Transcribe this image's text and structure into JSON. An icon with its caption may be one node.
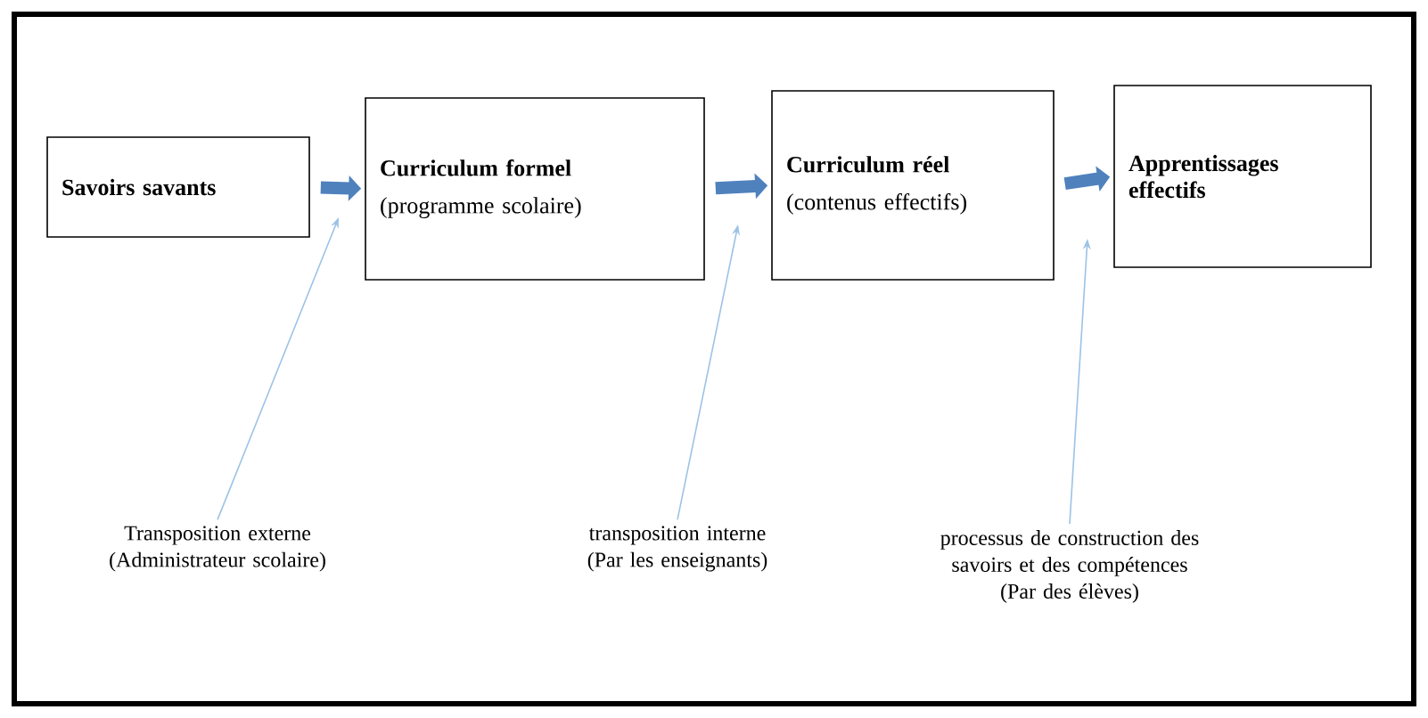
{
  "diagram": {
    "nodes": [
      {
        "text": [
          "Savoirs savants"
        ]
      },
      {
        "text": [
          "Curriculum formel",
          "(programme scolaire)"
        ]
      },
      {
        "text": [
          "Curriculum réel",
          "(contenus effectifs)"
        ]
      },
      {
        "text": [
          "Apprentissages effectifs"
        ]
      },
      {
        "text": [
          "Transposition externe",
          "(Administrateur scolaire)"
        ]
      },
      {
        "text": [
          "transposition interne",
          "(Par les enseignants)"
        ]
      },
      {
        "text": [
          "processus de construction des savoirs et des compétences",
          "(Par des élèves)"
        ]
      }
    ],
    "edges": [
      {
        "from": 0,
        "to": 1,
        "arrow": "to",
        "style": "thick",
        "color": "#4f81bd"
      },
      {
        "from": 1,
        "to": 2,
        "arrow": "to",
        "style": "thick",
        "color": "#4f81bd"
      },
      {
        "from": 2,
        "to": 3,
        "arrow": "to",
        "style": "thick",
        "color": "#4f81bd"
      },
      {
        "from": 4,
        "to": null,
        "arrow": "to"
      },
      {
        "from": 5,
        "to": null,
        "arrow": "to"
      },
      {
        "from": 6,
        "to": null,
        "arrow": "to"
      }
    ]
  }
}
